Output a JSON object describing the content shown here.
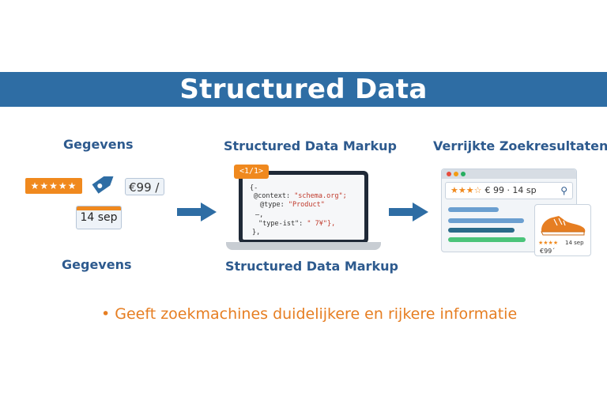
{
  "header": {
    "title": "Structured Data"
  },
  "columns": {
    "left": {
      "top_label": "Gegevens",
      "bottom_label": "Gegevens",
      "stars": "★★★★★",
      "price": "€99 /",
      "date": "14 sep"
    },
    "middle": {
      "top_label": "Structured Data Markup",
      "bottom_label": "Structured Data Markup",
      "code_tag": "<1/1>",
      "code": {
        "line1": "{-",
        "line2_key": "@context: ",
        "line2_val": "\"schema.org\";",
        "line3_key": "@type: ",
        "line3_val": "\"Product\"",
        "line4": "–,",
        "line5_key": "\"type-ist\": ",
        "line5_val": "\" 7¥\"},",
        "line6": "},"
      }
    },
    "right": {
      "top_label": "Verrijkte Zoekresultaten",
      "search_stars": "★★★☆",
      "search_text": "€ 99 · 14 sp",
      "card_stars": "★★★★",
      "card_date": "14 sep",
      "card_price": "€99´"
    }
  },
  "footer": {
    "bullet_text": "• Geeft zoekmachines duidelijkere en rijkere informatie"
  },
  "colors": {
    "banner": "#2e6da4",
    "accent_orange": "#f0891e",
    "label_blue": "#2d5a8e",
    "arrow_blue": "#2e6da4"
  },
  "icons": [
    "price-tag-icon",
    "arrow-right-icon",
    "search-icon",
    "sneaker-icon"
  ]
}
